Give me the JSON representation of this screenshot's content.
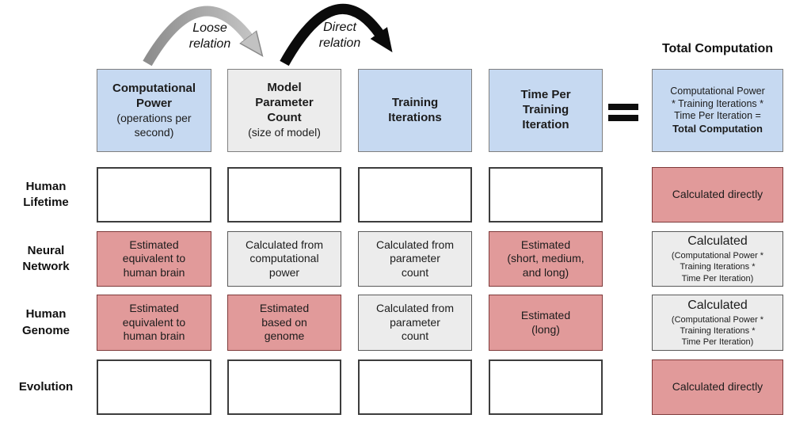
{
  "palette": {
    "header_blue": "#c6d9f1",
    "cell_gray": "#ececec",
    "cell_red": "#e19a9a",
    "cell_white": "#ffffff",
    "red_border": "#7e3a3a",
    "arrow_gray": "#a3a3a3",
    "arrow_black": "#0d0d0d"
  },
  "annotations": {
    "loose_arrow_label": "Loose\nrelation",
    "direct_arrow_label": "Direct\nrelation"
  },
  "equals_sign": "=",
  "total_column_title": "Total Computation",
  "headers": [
    {
      "title": "Computational\nPower",
      "subtitle": "(operations per\nsecond)"
    },
    {
      "title": "Model\nParameter\nCount",
      "subtitle": "(size of model)"
    },
    {
      "title": "Training\nIterations",
      "subtitle": ""
    },
    {
      "title": "Time Per\nTraining\nIteration",
      "subtitle": ""
    },
    {
      "formula": "Computational Power\n* Training Iterations *\nTime Per Iteration =",
      "formula_bold": "Total Computation"
    }
  ],
  "rows": [
    {
      "label": "Human\nLifetime",
      "cells": [
        {
          "text": ""
        },
        {
          "text": ""
        },
        {
          "text": ""
        },
        {
          "text": ""
        },
        {
          "text": "Calculated directly"
        }
      ]
    },
    {
      "label": "Neural\nNetwork",
      "cells": [
        {
          "text": "Estimated\nequivalent to\nhuman brain"
        },
        {
          "text": "Calculated from\ncomputational\npower"
        },
        {
          "text": "Calculated from\nparameter\ncount"
        },
        {
          "text": "Estimated\n(short, medium,\nand long)"
        },
        {
          "title": "Calculated",
          "sub": "(Computational Power *\nTraining Iterations *\nTime Per Iteration)"
        }
      ]
    },
    {
      "label": "Human\nGenome",
      "cells": [
        {
          "text": "Estimated\nequivalent to\nhuman brain"
        },
        {
          "text": "Estimated\nbased on\ngenome"
        },
        {
          "text": "Calculated from\nparameter\ncount"
        },
        {
          "text": "Estimated\n(long)"
        },
        {
          "title": "Calculated",
          "sub": "(Computational Power *\nTraining Iterations *\nTime Per Iteration)"
        }
      ]
    },
    {
      "label": "Evolution",
      "cells": [
        {
          "text": ""
        },
        {
          "text": ""
        },
        {
          "text": ""
        },
        {
          "text": ""
        },
        {
          "text": "Calculated directly"
        }
      ]
    }
  ]
}
